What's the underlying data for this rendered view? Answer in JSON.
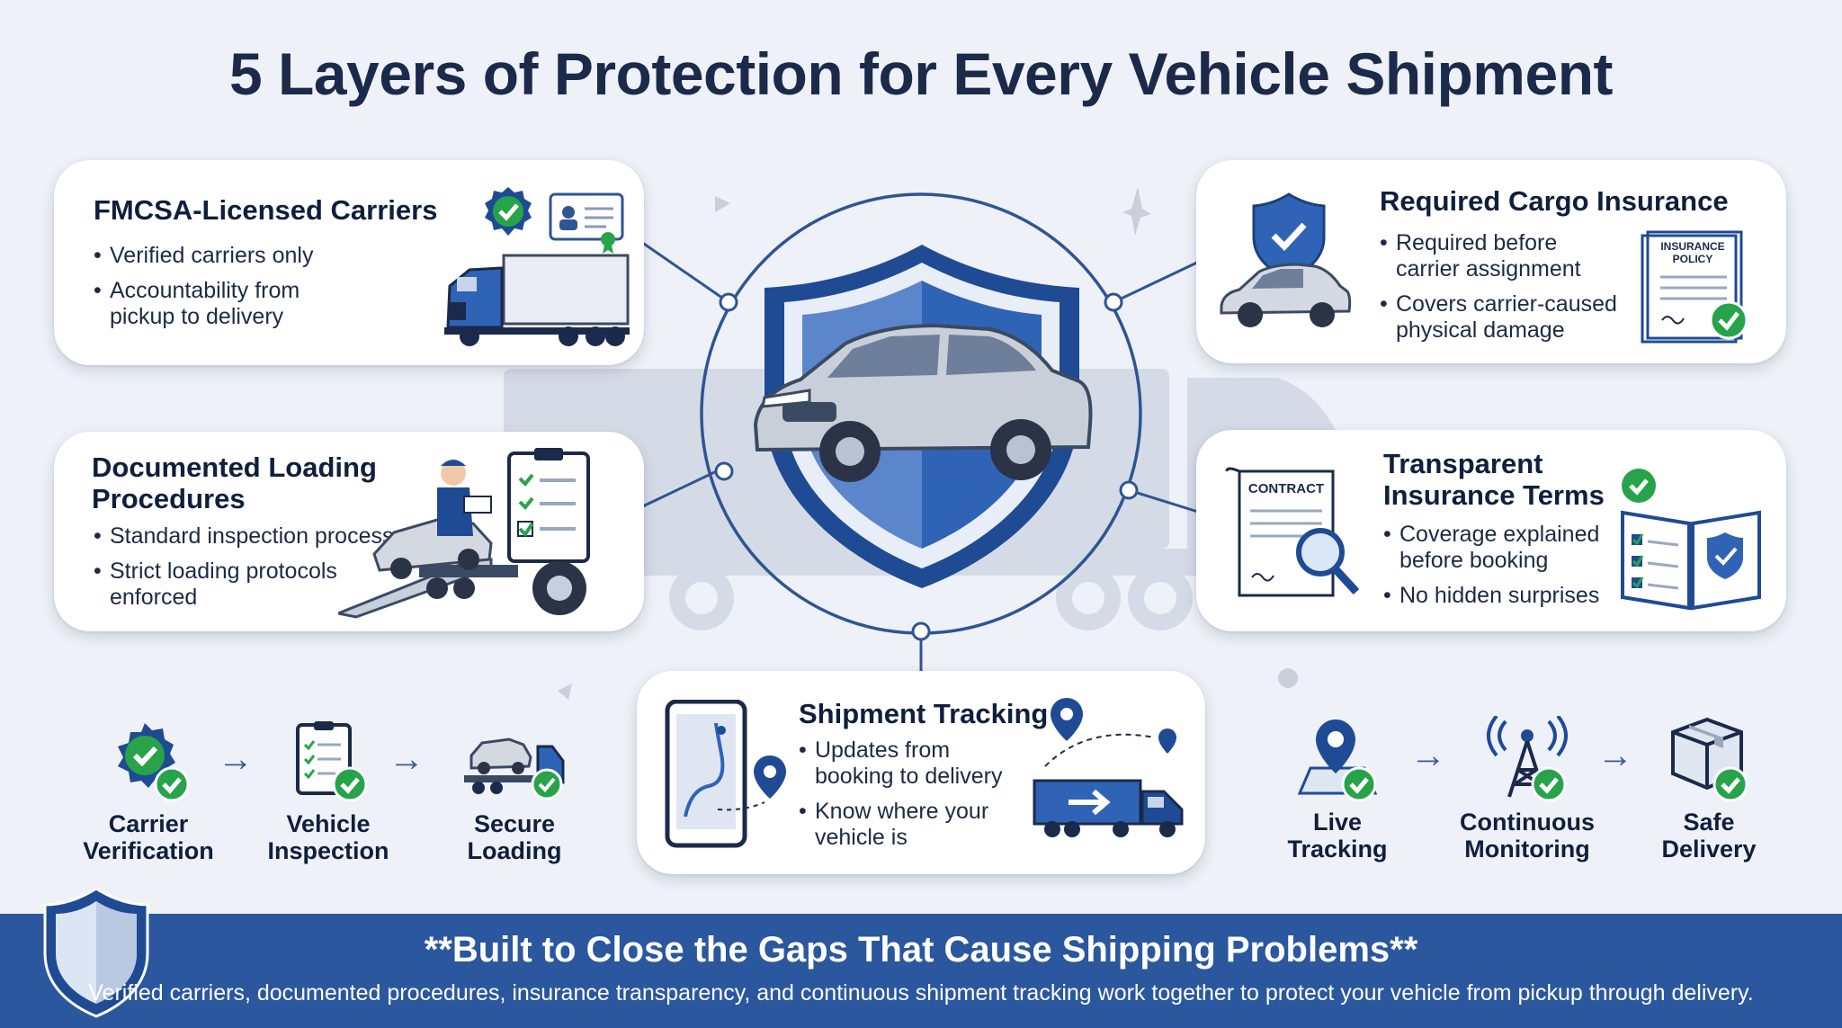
{
  "title": "5 Layers of Protection for Every Vehicle Shipment",
  "colors": {
    "navy": "#0f1f3d",
    "brand_blue": "#2a579e",
    "shield_blue": "#2f63b5",
    "check_green": "#27a34a",
    "background": "#eef1f7"
  },
  "cards": {
    "carriers": {
      "title": "FMCSA-Licensed Carriers",
      "bullets": [
        "Verified carriers only",
        "Accountability from pickup to delivery"
      ],
      "icons": [
        "verified-badge-icon",
        "license-card-icon",
        "truck-icon"
      ]
    },
    "insurance": {
      "title": "Required Cargo Insurance",
      "bullets": [
        "Required before carrier assignment",
        "Covers carrier-caused physical damage"
      ],
      "policy_text": "INSURANCE POLICY",
      "icons": [
        "shield-check-icon",
        "car-icon",
        "insurance-policy-icon"
      ]
    },
    "loading": {
      "title": "Documented Loading Procedures",
      "bullets": [
        "Standard inspection process",
        "Strict loading protocols enforced"
      ],
      "icons": [
        "worker-loading-car-icon",
        "checklist-icon"
      ]
    },
    "terms": {
      "title": "Transparent Insurance Terms",
      "bullets": [
        "Coverage explained before booking",
        "No hidden surprises"
      ],
      "contract_text": "CONTRACT",
      "icons": [
        "contract-magnifier-icon",
        "open-book-shield-icon",
        "check-icon"
      ]
    },
    "tracking": {
      "title": "Shipment Tracking",
      "bullets": [
        "Updates from booking to delivery",
        "Know where your vehicle is"
      ],
      "icons": [
        "phone-map-icon",
        "location-pin-icon",
        "moving-truck-icon"
      ]
    }
  },
  "left_steps": [
    {
      "label": "Carrier\nVerification",
      "icon": "verified-badge-icon"
    },
    {
      "label": "Vehicle\nInspection",
      "icon": "clipboard-icon"
    },
    {
      "label": "Secure\nLoading",
      "icon": "car-carrier-icon"
    }
  ],
  "right_steps": [
    {
      "label": "Live\nTracking",
      "icon": "map-pin-icon"
    },
    {
      "label": "Continuous\nMonitoring",
      "icon": "signal-tower-icon"
    },
    {
      "label": "Safe\nDelivery",
      "icon": "package-icon"
    }
  ],
  "arrow_glyph": "→",
  "footer": {
    "headline": "**Built to Close the Gaps That Cause Shipping Problems**",
    "subtext": "Verified carriers, documented procedures, insurance transparency, and continuous shipment tracking work together to protect your vehicle from pickup through delivery."
  }
}
